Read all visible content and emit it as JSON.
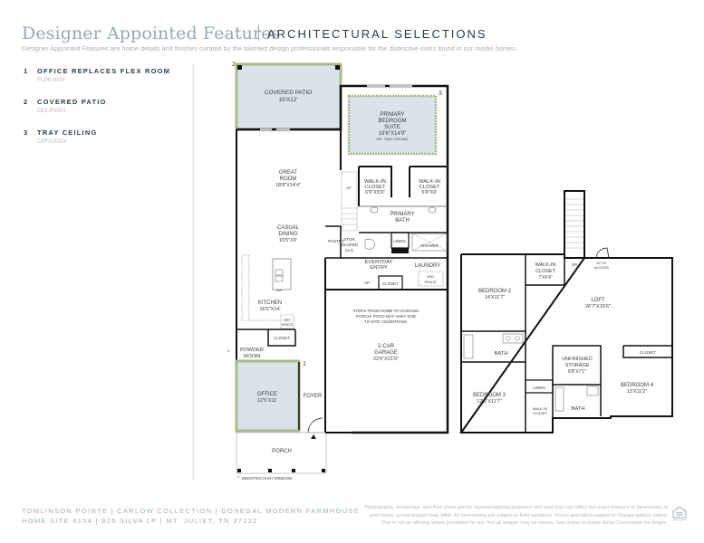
{
  "header": {
    "title": "Designer Appointed Features",
    "subtitle": "ARCHITECTURAL SELECTIONS",
    "description": "Designer Appointed Features are home details and finishes curated by the talented design professionals responsible for the distinctive looks found in our model homes."
  },
  "features": [
    {
      "number": "1",
      "label": "OFFICE REPLACES FLEX ROOM",
      "code": "FLPE0009"
    },
    {
      "number": "2",
      "label": "COVERED PATIO",
      "code": "ODLP0001"
    },
    {
      "number": "3",
      "label": "TRAY CEILING",
      "code": "CPFC0003"
    }
  ],
  "floorplan": {
    "highlight_color": "#a8b98a",
    "highlight_fill": "#d9e3ea",
    "wall_color": "#111111",
    "markers": {
      "one": "1",
      "two": "2",
      "three": "3"
    },
    "first_floor": {
      "covered_patio": {
        "name": "COVERED PATIO",
        "dims": "19'X12'"
      },
      "primary_suite": {
        "name_l1": "PRIMARY",
        "name_l2": "BEDROOM",
        "name_l3": "SUITE",
        "dims": "19'6\"X14'9\"",
        "note": "9'6\" TRAY CEILING"
      },
      "great_room": {
        "name_l1": "GREAT",
        "name_l2": "ROOM",
        "dims": "18'8\"X14'4\""
      },
      "casual_dining": {
        "name_l1": "CASUAL",
        "name_l2": "DINING",
        "dims": "16'5\"X9'"
      },
      "kitchen": {
        "name": "KITCHEN",
        "dims": "16'5\"X14'"
      },
      "walk_in_closet_1": {
        "name_l1": "WALK-IN",
        "name_l2": "CLOSET",
        "dims": "6'9\"X5'9\""
      },
      "walk_in_closet_2": {
        "name_l1": "WALK-IN",
        "name_l2": "CLOSET",
        "dims": "6'9\"X6'"
      },
      "primary_bath": {
        "name_l1": "PRIMARY",
        "name_l2": "BATH"
      },
      "pantry": "PANTRY",
      "stor": {
        "l1": "STOR.",
        "l2": "SLOPED",
        "l3": "CLG."
      },
      "linen": "LINEN",
      "shower": "SHOWER",
      "everyday_entry": {
        "l1": "EVERYDAY",
        "l2": "ENTRY"
      },
      "laundry": "LAUNDRY",
      "wd_space": {
        "l1": "W/D",
        "l2": "SPACE"
      },
      "closet": "CLOSET",
      "up": "UP",
      "dw": "DW",
      "ref_space": {
        "l1": "REF",
        "l2": "SPACE"
      },
      "powder_room": {
        "l1": "POWDER",
        "l2": "ROOM"
      },
      "office": {
        "name": "OFFICE",
        "dims": "12'5\"X11'"
      },
      "foyer": "FOYER",
      "porch": "PORCH",
      "garage": {
        "l1": "2-CAR",
        "l2": "GARAGE",
        "dims": "22'6\"X21'9\""
      },
      "garage_note": {
        "l1": "STEPS FROM HOME TO GARAGE/",
        "l2": "PORCH/ PATIO MAY VARY DUE",
        "l3": "TO SITE CONDITIONS."
      },
      "high_window_note": "DENOTES HIGH WINDOW"
    },
    "second_floor": {
      "bedroom2": {
        "name": "BEDROOM 2",
        "dims": "14'X11'7\""
      },
      "walk_in_closet": {
        "l1": "WALK-IN",
        "l2": "CLOSET",
        "dims": "7'X5'4\""
      },
      "dn": "DN",
      "attic": {
        "l1": "ATTIC",
        "l2": "ACCESS"
      },
      "loft": {
        "name": "LOFT",
        "dims": "26'7\"X15'6\""
      },
      "bath1": "BATH",
      "unfinished_storage": {
        "l1": "UNFINISHED",
        "l2": "STORAGE",
        "dims": "8'8\"X7'1\""
      },
      "closet": "CLOSET",
      "bedroom4": {
        "name": "BEDROOM 4",
        "dims": "13'X11'2\""
      },
      "linen": "LINEN",
      "bedroom3": {
        "name": "BEDROOM 3",
        "dims": "12'5\"X11'7\""
      },
      "walk_in_closet_small": {
        "l1": "WALK-IN",
        "l2": "CLOSET"
      },
      "bath2": "BATH"
    }
  },
  "footer": {
    "line1": "TOMLINSON POINTE  |  CARLOW COLLECTION  |  DONEGAL MODERN FARMHOUSE",
    "line2": "HOME SITE #154  |  826 SILVA LP  |  MT. JULIET, TN 37122",
    "disclaimer1": "Photographs, renderings, and floor plans are for representational purposes only and may not reflect the exact features or dimensions of",
    "disclaimer2": "your home; actual product may differ. All dimensions are subject to field variations. Prices and offers subject to change without notice.",
    "disclaimer3": "This is not an offering where prohibited by law. Not all images may be shown. See online or onsite Sales Consultants for details."
  }
}
